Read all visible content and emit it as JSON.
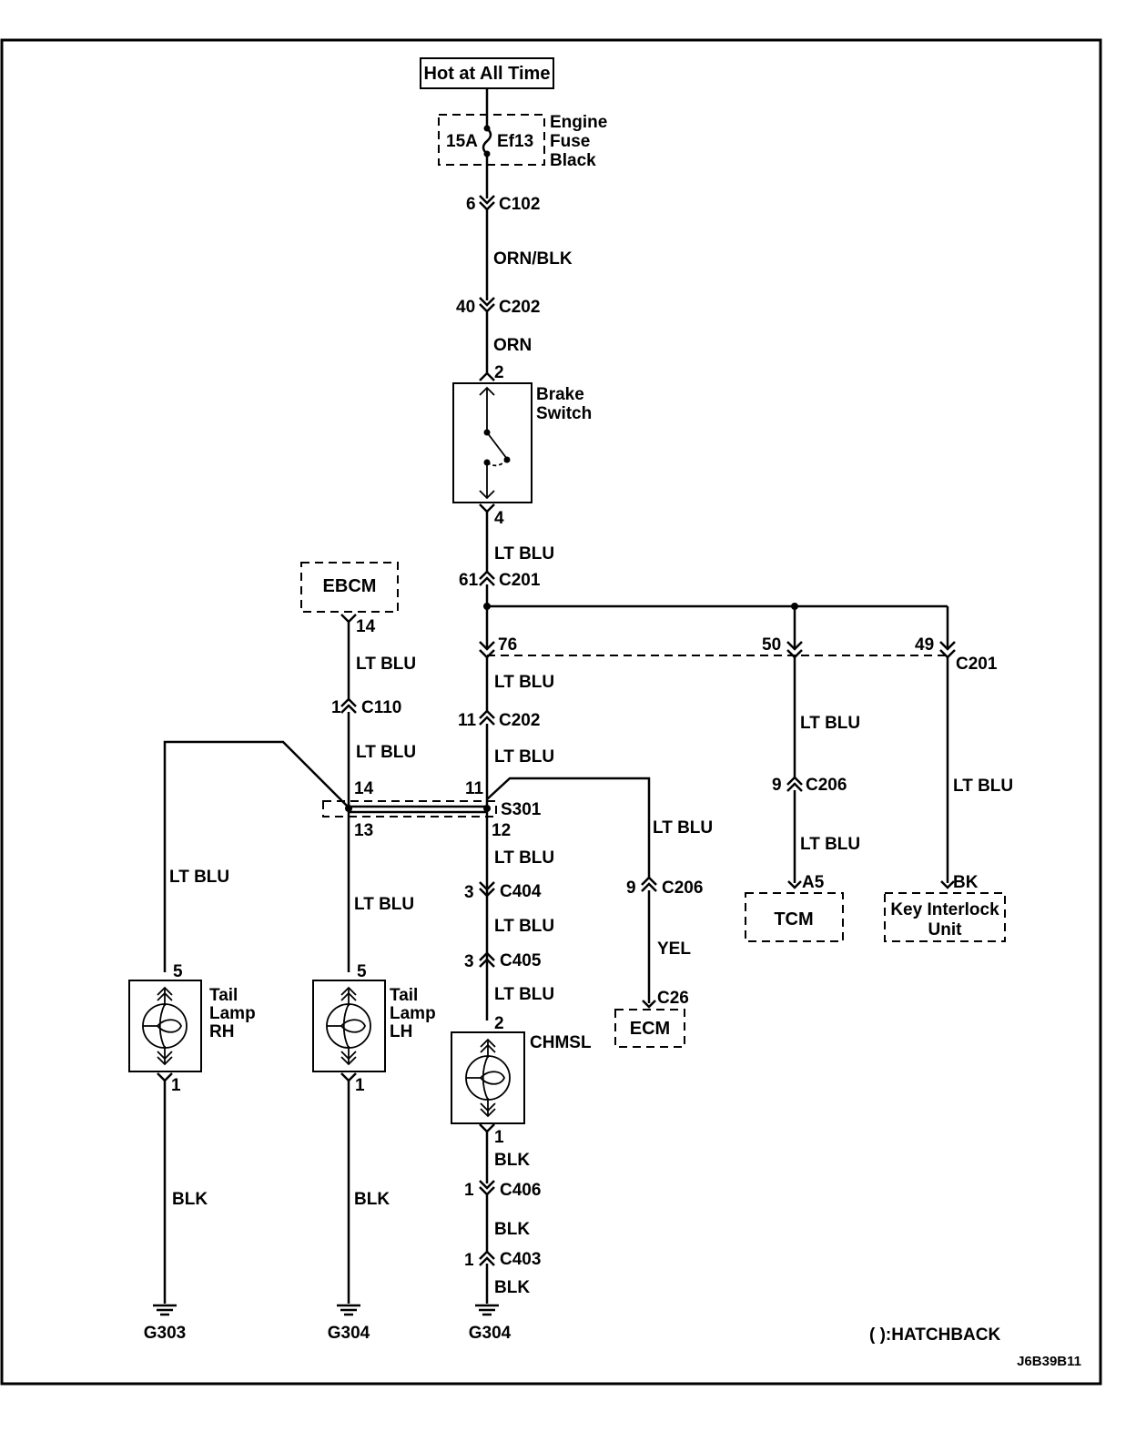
{
  "power_source": "Hot at All Time",
  "fuse": {
    "rating": "15A",
    "name": "Ef13",
    "location_line1": "Engine",
    "location_line2": "Fuse",
    "location_line3": "Black"
  },
  "connectors": {
    "c102": {
      "pin": "6",
      "name": "C102"
    },
    "c202_top": {
      "pin": "40",
      "name": "C202"
    },
    "c201_trunk": {
      "pin": "61",
      "name": "C201"
    },
    "c201_76": "76",
    "c201_50": "50",
    "c201_49": "49",
    "c201_name": "C201",
    "c202_mid": {
      "pin": "11",
      "name": "C202"
    },
    "c110": {
      "pin": "1",
      "name": "C110"
    },
    "c206_tcm": {
      "pin": "9",
      "name": "C206"
    },
    "c206_ecm": {
      "pin": "9",
      "name": "C206"
    },
    "c404": {
      "pin": "3",
      "name": "C404"
    },
    "c405": {
      "pin": "3",
      "name": "C405"
    },
    "c406": {
      "pin": "1",
      "name": "C406"
    },
    "c403": {
      "pin": "1",
      "name": "C403"
    }
  },
  "wires": {
    "orn_blk": "ORN/BLK",
    "orn": "ORN",
    "lt_blu": "LT BLU",
    "yel": "YEL",
    "blk": "BLK"
  },
  "brake_switch": {
    "line1": "Brake",
    "line2": "Switch",
    "pin_in": "2",
    "pin_out": "4"
  },
  "ebcm": {
    "label": "EBCM",
    "pin": "14"
  },
  "splice": {
    "name": "S301",
    "pin14": "14",
    "pin11": "11",
    "pin13": "13",
    "pin12": "12"
  },
  "tcm": {
    "label": "TCM",
    "pin": "A5"
  },
  "key_interlock": {
    "line1": "Key Interlock",
    "line2": "Unit",
    "pin": "BK"
  },
  "ecm": {
    "label": "ECM",
    "pin": "C26"
  },
  "tail_lamp_rh": {
    "line1": "Tail",
    "line2": "Lamp",
    "line3": "RH",
    "pin_in": "5",
    "pin_out": "1"
  },
  "tail_lamp_lh": {
    "line1": "Tail",
    "line2": "Lamp",
    "line3": "LH",
    "pin_in": "5",
    "pin_out": "1"
  },
  "chmsl": {
    "label": "CHMSL",
    "pin_in": "2",
    "pin_out": "1"
  },
  "grounds": {
    "g303": "G303",
    "g304_lh": "G304",
    "g304_chmsl": "G304"
  },
  "note": "( ):HATCHBACK",
  "figure_id": "J6B39B11"
}
